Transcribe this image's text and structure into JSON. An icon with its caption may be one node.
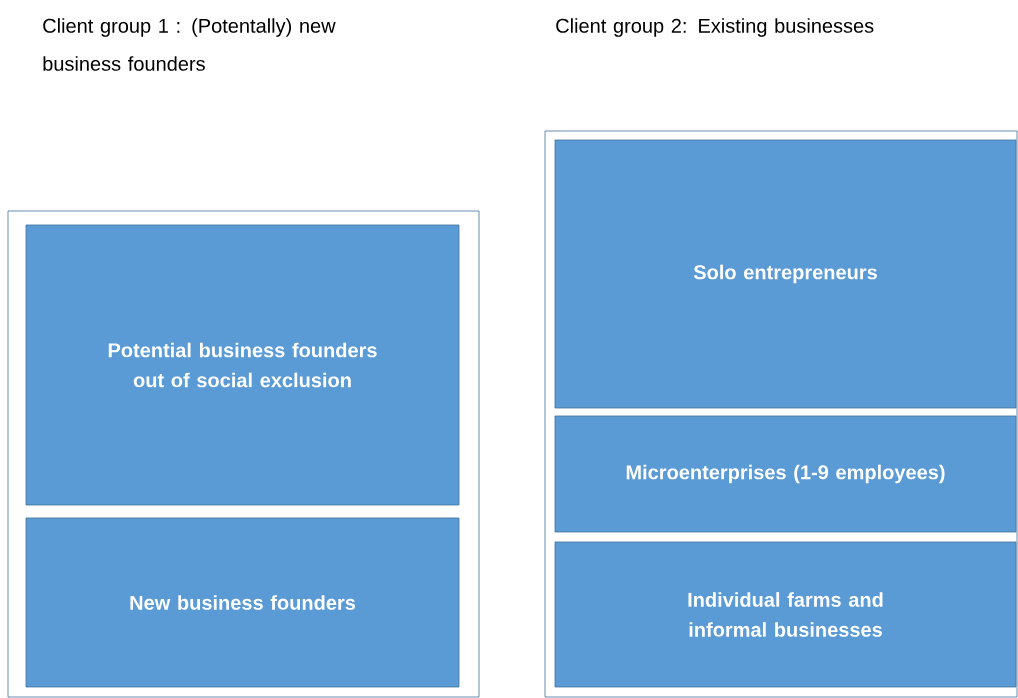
{
  "diagram": {
    "nodes": [
      {
        "text": [],
        "shape": "box"
      },
      {
        "text": [
          "Potential business founders out of social exclusion"
        ],
        "in": 0
      },
      {
        "text": [
          "New business founders"
        ],
        "in": 0
      },
      {
        "text": [],
        "shape": "box"
      },
      {
        "text": [
          "Solo entrepreneurs"
        ],
        "in": 3
      },
      {
        "text": [
          "Microenterprises (1-9 employees)"
        ],
        "in": 3
      },
      {
        "text": [
          "**Individual farms** and **informal businesses**"
        ],
        "in": 3
      }
    ],
    "labels": [
      "Client group 1 : (Potentally) new business founders",
      "Client group 2: Existing businesses"
    ]
  }
}
